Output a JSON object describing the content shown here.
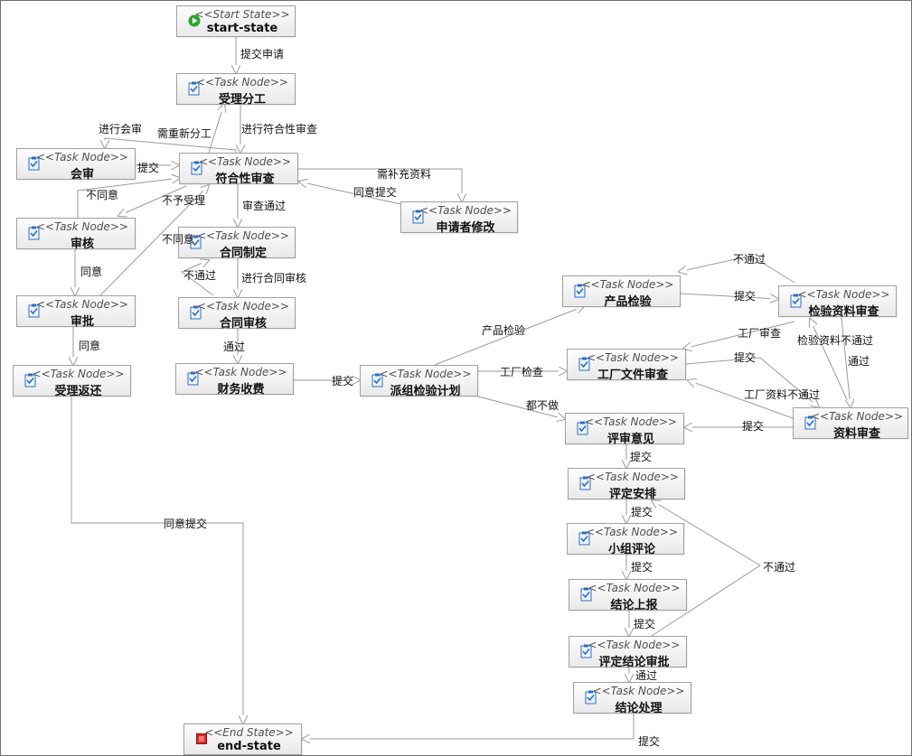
{
  "colors": {
    "border": "#a0a0a0",
    "edge": "#9a9a9a",
    "start_icon": "#2aa52a",
    "end_icon": "#d92b2b",
    "task_icon": "#2f6fc0"
  },
  "nodes": [
    {
      "id": "start",
      "stereotype": "<<Start State>>",
      "label": "start-state",
      "icon": "start-icon"
    },
    {
      "id": "sl",
      "stereotype": "<<Task Node>>",
      "label": "受理分工",
      "icon": "task-icon"
    },
    {
      "id": "hs",
      "stereotype": "<<Task Node>>",
      "label": "会审",
      "icon": "task-icon"
    },
    {
      "id": "fh",
      "stereotype": "<<Task Node>>",
      "label": "符合性审查",
      "icon": "task-icon"
    },
    {
      "id": "sq",
      "stereotype": "<<Task Node>>",
      "label": "申请者修改",
      "icon": "task-icon"
    },
    {
      "id": "shk",
      "stereotype": "<<Task Node>>",
      "label": "审核",
      "icon": "task-icon"
    },
    {
      "id": "htzd",
      "stereotype": "<<Task Node>>",
      "label": "合同制定",
      "icon": "task-icon"
    },
    {
      "id": "shp",
      "stereotype": "<<Task Node>>",
      "label": "审批",
      "icon": "task-icon"
    },
    {
      "id": "htsh",
      "stereotype": "<<Task Node>>",
      "label": "合同审核",
      "icon": "task-icon"
    },
    {
      "id": "slfh",
      "stereotype": "<<Task Node>>",
      "label": "受理返还",
      "icon": "task-icon"
    },
    {
      "id": "cwsf",
      "stereotype": "<<Task Node>>",
      "label": "财务收费",
      "icon": "task-icon"
    },
    {
      "id": "pzjy",
      "stereotype": "<<Task Node>>",
      "label": "派组检验计划",
      "icon": "task-icon"
    },
    {
      "id": "cpjy",
      "stereotype": "<<Task Node>>",
      "label": "产品检验",
      "icon": "task-icon"
    },
    {
      "id": "jyzl",
      "stereotype": "<<Task Node>>",
      "label": "检验资料审查",
      "icon": "task-icon"
    },
    {
      "id": "gcwj",
      "stereotype": "<<Task Node>>",
      "label": "工厂文件审查",
      "icon": "task-icon"
    },
    {
      "id": "zlsc",
      "stereotype": "<<Task Node>>",
      "label": "资料审查",
      "icon": "task-icon"
    },
    {
      "id": "psyj",
      "stereotype": "<<Task Node>>",
      "label": "评审意见",
      "icon": "task-icon"
    },
    {
      "id": "pdap",
      "stereotype": "<<Task Node>>",
      "label": "评定安排",
      "icon": "task-icon"
    },
    {
      "id": "xzpl",
      "stereotype": "<<Task Node>>",
      "label": "小组评论",
      "icon": "task-icon"
    },
    {
      "id": "jlsb",
      "stereotype": "<<Task Node>>",
      "label": "结论上报",
      "icon": "task-icon"
    },
    {
      "id": "pdjl",
      "stereotype": "<<Task Node>>",
      "label": "评定结论审批",
      "icon": "task-icon"
    },
    {
      "id": "jlcl",
      "stereotype": "<<Task Node>>",
      "label": "结论处理",
      "icon": "task-icon"
    },
    {
      "id": "end",
      "stereotype": "<<End State>>",
      "label": "end-state",
      "icon": "end-icon"
    }
  ],
  "edge_labels": [
    {
      "id": "e1",
      "text": "提交申请"
    },
    {
      "id": "e2",
      "text": "进行会审"
    },
    {
      "id": "e3",
      "text": "需重新分工"
    },
    {
      "id": "e4",
      "text": "进行符合性审查"
    },
    {
      "id": "e5",
      "text": "提交"
    },
    {
      "id": "e6",
      "text": "需补充资料"
    },
    {
      "id": "e7",
      "text": "同意提交"
    },
    {
      "id": "e8",
      "text": "不同意"
    },
    {
      "id": "e9",
      "text": "不予受理"
    },
    {
      "id": "e10",
      "text": "审查通过"
    },
    {
      "id": "e11",
      "text": "不同意"
    },
    {
      "id": "e12",
      "text": "同意"
    },
    {
      "id": "e13",
      "text": "不通过"
    },
    {
      "id": "e14",
      "text": "进行合同审核"
    },
    {
      "id": "e15",
      "text": "同意"
    },
    {
      "id": "e16",
      "text": "通过"
    },
    {
      "id": "e17",
      "text": "提交"
    },
    {
      "id": "e18",
      "text": "不通过"
    },
    {
      "id": "e19",
      "text": "提交"
    },
    {
      "id": "e20",
      "text": "产品检验"
    },
    {
      "id": "e21",
      "text": "工厂审查"
    },
    {
      "id": "e22",
      "text": "检验资料不通过"
    },
    {
      "id": "e23",
      "text": "工厂检查"
    },
    {
      "id": "e24",
      "text": "提交"
    },
    {
      "id": "e25",
      "text": "通过"
    },
    {
      "id": "e26",
      "text": "工厂资料不通过"
    },
    {
      "id": "e27",
      "text": "都不做"
    },
    {
      "id": "e28",
      "text": "提交"
    },
    {
      "id": "e29",
      "text": "提交"
    },
    {
      "id": "e30",
      "text": "同意提交"
    },
    {
      "id": "e31",
      "text": "提交"
    },
    {
      "id": "e32",
      "text": "提交"
    },
    {
      "id": "e33",
      "text": "不通过"
    },
    {
      "id": "e34",
      "text": "提交"
    },
    {
      "id": "e35",
      "text": "通过"
    },
    {
      "id": "e36",
      "text": "提交"
    }
  ]
}
